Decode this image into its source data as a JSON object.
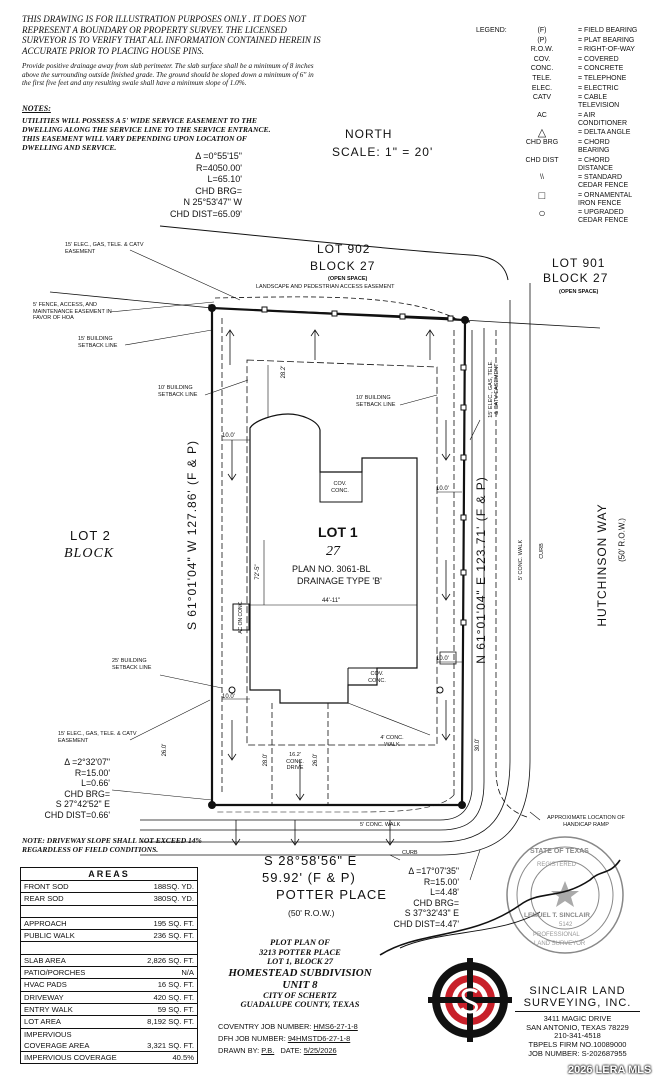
{
  "disclaimer": "THIS DRAWING IS FOR ILLUSTRATION PURPOSES ONLY . IT DOES NOT REPRESENT A BOUNDARY OR PROPERTY SURVEY. THE LICENSED SURVEYOR IS TO VERIFY THAT ALL INFORMATION CONTAINED HEREIN IS ACCURATE PRIOR TO PLACING HOUSE PINS.",
  "drainage_note": "Provide positive drainage away from slab perimeter. The slab surface shall be a minimum of 8 inches above the surrounding outside finished grade. The ground should be sloped down a minimum of 6\" in the first five feet and any resulting swale shall have a minimum slope of 1.0%.",
  "notes_heading": "NOTES:",
  "notes_text": "UTILITIES WILL POSSESS A 5' WIDE SERVICE EASEMENT TO THE DWELLING ALONG THE SERVICE LINE TO THE SERVICE ENTRANCE. THIS EASEMENT WILL VARY DEPENDING UPON LOCATION OF DWELLING AND SERVICE.",
  "legend": {
    "title": "LEGEND:",
    "items": [
      {
        "key": "(F)",
        "value": "= FIELD BEARING"
      },
      {
        "key": "(P)",
        "value": "= PLAT BEARING"
      },
      {
        "key": "R.O.W.",
        "value": "= RIGHT-OF-WAY"
      },
      {
        "key": "COV.",
        "value": "= COVERED"
      },
      {
        "key": "CONC.",
        "value": "= CONCRETE"
      },
      {
        "key": "TELE.",
        "value": "= TELEPHONE"
      },
      {
        "key": "ELEC.",
        "value": "= ELECTRIC"
      },
      {
        "key": "CATV",
        "value": "= CABLE TELEVISION"
      },
      {
        "key": "AC",
        "value": "= AIR CONDITIONER"
      },
      {
        "key": "△",
        "value": "= DELTA ANGLE"
      },
      {
        "key": "CHD BRG",
        "value": "= CHORD BEARING"
      },
      {
        "key": "CHD DIST",
        "value": "= CHORD DISTANCE"
      },
      {
        "key": "\\\\",
        "value": "= STANDARD CEDAR FENCE"
      },
      {
        "key": "□",
        "value": "= ORNAMENTAL IRON FENCE"
      },
      {
        "key": "○",
        "value": "= UPGRADED CEDAR FENCE"
      }
    ]
  },
  "north": {
    "label": "NORTH",
    "scale": "SCALE: 1\" = 20'"
  },
  "curve_top": {
    "delta": "Δ =0°55'15\"",
    "r": "R=4050.00'",
    "l": "L=65.10'",
    "brg_label": "CHD BRG=",
    "brg": "N 25°53'47\" W",
    "dist": "CHD DIST=65.09'"
  },
  "curve_left": {
    "delta": "Δ =2°32'07\"",
    "r": "R=15.00'",
    "l": "L=0.66'",
    "brg_label": "CHD BRG=",
    "brg": "S 27°42'52\" E",
    "dist": "CHD DIST=0.66'"
  },
  "curve_right": {
    "delta": "Δ =17°07'35\"",
    "r": "R=15.00'",
    "l": "L=4.48'",
    "brg_label": "CHD BRG=",
    "brg": "S 37°32'43\" E",
    "dist": "CHD DIST=4.47'"
  },
  "lot902": {
    "lot": "LOT 902",
    "block": "BLOCK 27",
    "open": "(OPEN SPACE)",
    "easement": "LANDSCAPE AND PEDESTRIAN ACCESS EASEMENT"
  },
  "lot901": {
    "lot": "LOT 901",
    "block": "BLOCK 27",
    "open": "(OPEN SPACE)"
  },
  "lot2": {
    "lot": "LOT 2",
    "block": "BLOCK"
  },
  "lot1": {
    "lot": "LOT 1",
    "block": "27",
    "plan": "PLAN NO. 3061-BL",
    "drainage": "DRAINAGE TYPE 'B'"
  },
  "bearings": {
    "left": "S 61°01'04\" W 127.86' (F & P)",
    "right": "N 61°01'04\" E 123.71' (F & P)",
    "bottom": "S 28°58'56\" E",
    "bottom_dist": "59.92' (F & P)"
  },
  "street": {
    "name": "POTTER PLACE",
    "row": "(50' R.O.W.)",
    "side_name": "HUTCHINSON WAY",
    "side_row": "(50' R.O.W.)"
  },
  "labels": {
    "elec_top": "15' ELEC., GAS, TELE. & CATV EASEMENT",
    "fence_easement": "5' FENCE, ACCESS, AND MAINTENANCE EASEMENT IN FAVOR OF HOA",
    "setback15": "15' BUILDING SETBACK LINE",
    "setback10_left": "10' BUILDING SETBACK LINE",
    "setback10_right": "10' BUILDING SETBACK LINE",
    "elec_right": "15' ELEC., GAS, TELE. & CATV EASEMENT",
    "setback25": "25' BUILDING SETBACK LINE",
    "elec_bottom": "15' ELEC., GAS, TELE. & CATV EASEMENT",
    "cov_conc_1": "COV. CONC.",
    "cov_conc_2": "COV. CONC.",
    "ac_on_conc": "AC ON CONC.",
    "conc_walk_side": "5' CONC. WALK",
    "conc_walk_4": "4' CONC. WALK",
    "conc_walk_front": "5' CONC. WALK",
    "conc_drive": "16.2' CONC. DRIVE",
    "curb_side": "CURB",
    "curb_front": "CURB",
    "handicap": "APPROXIMATE LOCATION OF HANDICAP RAMP",
    "driveway_note": "NOTE: DRIVEWAY SLOPE SHALL NOT EXCEED 14% REGARDLESS OF FIELD CONDITIONS."
  },
  "dims": {
    "d28_2": "28.2'",
    "d10_0_left": "10.0'",
    "d10_0_right": "10.0'",
    "d10_0_right2": "10.0'",
    "d10_0_bottom": "10.0'",
    "d72_5": "72'-5\"",
    "d44_11": "44'-11\"",
    "d26_0": "26.0'",
    "d28_0": "28.0'",
    "d26_0b": "26.0'",
    "d30_0": "30.0'"
  },
  "areas": {
    "title": "AREAS",
    "rows": [
      {
        "label": "FRONT SOD",
        "value": "188SQ. YD."
      },
      {
        "label": "REAR SOD",
        "value": "380SQ. YD."
      },
      {
        "label": "",
        "value": ""
      },
      {
        "label": "APPROACH",
        "value": "195 SQ. FT."
      },
      {
        "label": "PUBLIC WALK",
        "value": "236 SQ. FT."
      },
      {
        "label": "",
        "value": ""
      },
      {
        "label": "SLAB AREA",
        "value": "2,826 SQ. FT."
      },
      {
        "label": "PATIO/PORCHES",
        "value": "N/A"
      },
      {
        "label": "HVAC PADS",
        "value": "16 SQ. FT."
      },
      {
        "label": "DRIVEWAY",
        "value": "420 SQ. FT."
      },
      {
        "label": "ENTRY WALK",
        "value": "59 SQ. FT."
      },
      {
        "label": "LOT AREA",
        "value": "8,192 SQ. FT."
      },
      {
        "label": "IMPERVIOUS",
        "value": ""
      },
      {
        "label": "COVERAGE AREA",
        "value": "3,321 SQ. FT."
      },
      {
        "label": "IMPERVIOUS COVERAGE",
        "value": "40.5%"
      }
    ]
  },
  "title_block": {
    "line1": "PLOT PLAN OF",
    "line2": "3213 POTTER PLACE",
    "line3": "LOT 1, BLOCK 27",
    "line4": "HOMESTEAD SUBDIVISION",
    "line5": "UNIT 8",
    "line6": "CITY OF SCHERTZ",
    "line7": "GUADALUPE COUNTY, TEXAS"
  },
  "job": {
    "coventry_label": "COVENTRY JOB NUMBER:",
    "coventry": "HMS6-27-1-8",
    "dfh_label": "DFH JOB NUMBER:",
    "dfh": "94HMSTD6-27-1-8",
    "drawn_label": "DRAWN BY:",
    "drawn": "P.B.",
    "date_label": "DATE:",
    "date": "5/25/2026"
  },
  "firm": {
    "name1": "SINCLAIR LAND",
    "name2": "SURVEYING, INC.",
    "addr1": "3411 MAGIC DRIVE",
    "addr2": "SAN ANTONIO, TEXAS 78229",
    "phone": "210-341-4518",
    "tbpels": "TBPELS FIRM NO.10089000",
    "job_label": "JOB NUMBER:",
    "job": "S-202687955"
  },
  "seal": {
    "state": "STATE OF TEXAS",
    "registered": "REGISTERED",
    "name": "LEMUEL T. SINCLAIR",
    "number": "5142",
    "professional": "PROFESSIONAL",
    "surveyor": "LAND SURVEYOR"
  },
  "watermark": "2026 LERA MLS"
}
